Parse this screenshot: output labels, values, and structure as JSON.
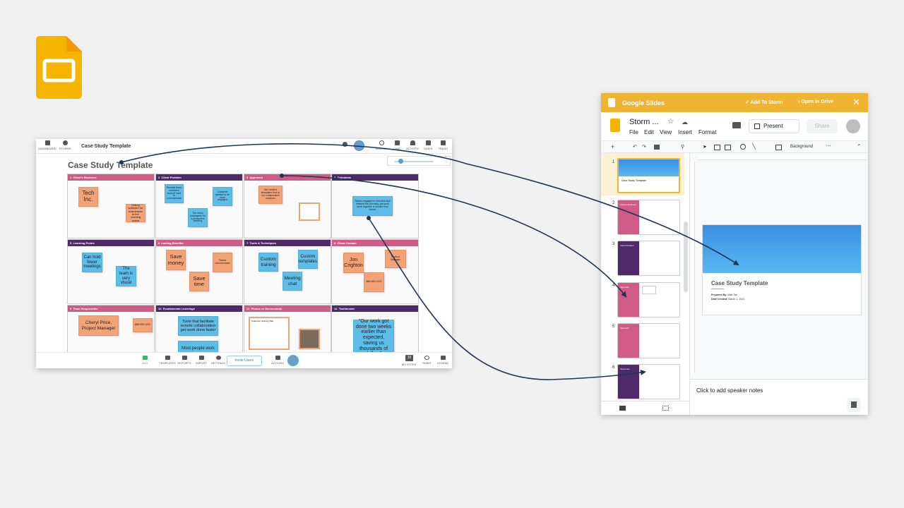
{
  "storm": {
    "doc_title": "Case Study Template",
    "board_title": "Case Study Template",
    "top_left": [
      "DASHBOARD",
      "STORMS"
    ],
    "top_right": [
      "SEARCH",
      "CHAT",
      "ACTIVITY",
      "TASKS",
      "TRASH"
    ],
    "cells": [
      {
        "num": "1",
        "label": "Client's Business",
        "notes": [
          "Tech Inc.",
          "Dialog software for businesses in the meeting space"
        ]
      },
      {
        "num": "2",
        "label": "Client Problem",
        "notes": [
          "Remote team members found it hard to communicate",
          "Customer wanted to be more engaged",
          "Too many employees for a productive meeting"
        ]
      },
      {
        "num": "3",
        "label": "Approach",
        "notes": [
          "We created templates that to run collaborative sessions"
        ]
      },
      {
        "num": "4",
        "label": "Outcomes",
        "notes": [
          "Teams engaged in real-time and finished the job early, got work done together in shorter time frame"
        ]
      },
      {
        "num": "5",
        "label": "Learning Points",
        "notes": [
          "Can hold fewer meetings",
          "The team is very visual"
        ]
      },
      {
        "num": "6",
        "label": "Lasting Benefits",
        "notes": [
          "Save money",
          "Save time",
          "Teams communicate"
        ]
      },
      {
        "num": "7",
        "label": "Tools & Techniques",
        "notes": [
          "Custom training",
          "Custom templates",
          "Meeting chat"
        ]
      },
      {
        "num": "8",
        "label": "Client Contact",
        "notes": [
          "Jon Crighton",
          "Product Manager",
          "888-555-2222"
        ]
      },
      {
        "num": "9",
        "label": "Team Responsible",
        "notes": [
          "Cheryl Price, Project Manager",
          "888-555-2222"
        ]
      },
      {
        "num": "10",
        "label": "Fundamental Learnings",
        "notes": [
          "Tools that facilitate remote collaboration get work done faster",
          "Most people work"
        ]
      },
      {
        "num": "11",
        "label": "Photos or Screenshots",
        "notes": [
          "Customer Journey Map"
        ]
      },
      {
        "num": "12",
        "label": "Testimonial",
        "notes": [
          "\"Our work got done two weeks earlier than expected, saving us thousands of dollars\""
        ]
      }
    ],
    "bottom_center": [
      "ADD",
      "TEMPLATES",
      "REPORTS",
      "IMPORT",
      "SETTINGS"
    ],
    "invite_label": "Invite Users",
    "bottom_right": [
      "ACTIONS",
      "MY VOTES",
      "TIMER",
      "LEGEND"
    ],
    "vote_count": "10"
  },
  "slides": {
    "bar_title": "Google Slides",
    "add_to_storm": "Add To Storm",
    "open_in_drive": "Open in Drive",
    "close": "✕",
    "doc_title": "Storm ...",
    "menu": [
      "File",
      "Edit",
      "View",
      "Insert",
      "Format"
    ],
    "present": "Present",
    "share": "Share",
    "background_btn": "Background",
    "thumbnails": [
      {
        "num": "1",
        "title": "Case Study Template"
      },
      {
        "num": "2",
        "title": "Client's Business"
      },
      {
        "num": "3",
        "title": "Client Problem"
      },
      {
        "num": "4",
        "title": "Approach"
      },
      {
        "num": "5",
        "title": "Approach"
      },
      {
        "num": "6",
        "title": "Outcomes"
      }
    ],
    "main_slide": {
      "title": "Case Study Template",
      "prepared_by_label": "Prepared By:",
      "prepared_by": "Matt Tan",
      "date_label": "Date Created:",
      "date": "March 1, 2021"
    },
    "speaker_notes": "Click to add speaker notes"
  },
  "colors": {
    "pink": "#d05b86",
    "purple": "#4f2a6b",
    "orange_note": "#f3a275",
    "blue_note": "#5ebce8",
    "slides_yellow": "#efb532",
    "arrow": "#1d3557"
  }
}
